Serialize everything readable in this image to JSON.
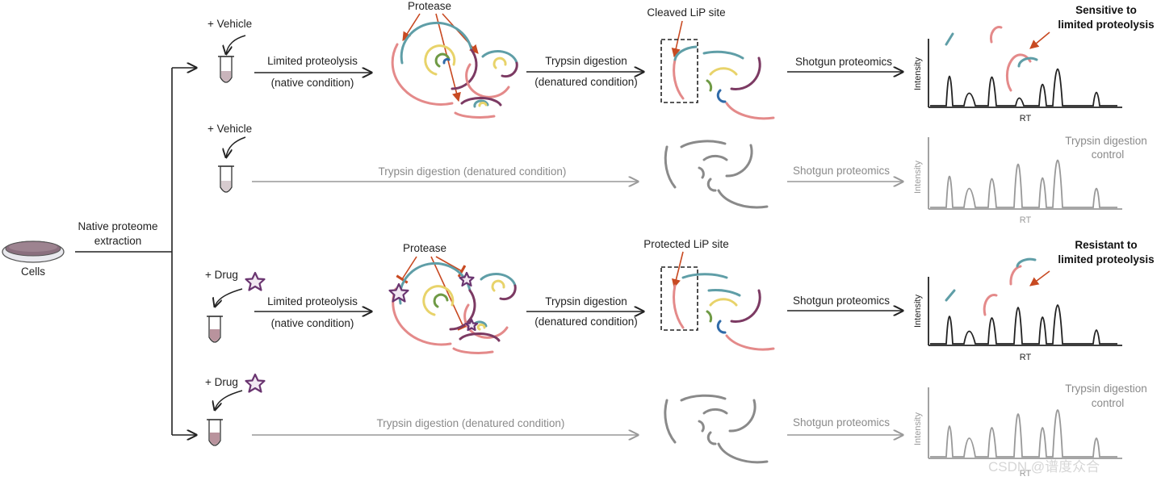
{
  "source": {
    "label": "Cells",
    "extraction_label_line1": "Native proteome",
    "extraction_label_line2": "extraction"
  },
  "treatments": {
    "vehicle": "+ Vehicle",
    "drug": "+ Drug"
  },
  "steps": {
    "limited_proteolysis": "Limited proteolysis",
    "native_condition": "(native condition)",
    "trypsin_digestion": "Trypsin digestion",
    "denatured_condition": "(denatured condition)",
    "trypsin_digestion_denatured": "Trypsin digestion (denatured condition)",
    "shotgun_proteomics": "Shotgun proteomics",
    "protease": "Protease"
  },
  "sites": {
    "cleaved": "Cleaved LiP site",
    "protected": "Protected LiP site"
  },
  "results": {
    "sensitive_line1": "Sensitive to",
    "sensitive_line2": "limited proteolysis",
    "resistant_line1": "Resistant to",
    "resistant_line2": "limited proteolysis",
    "control_line1": "Trypsin digestion",
    "control_line2": "control"
  },
  "axes": {
    "y": "Intensity",
    "x": "RT"
  },
  "watermark": "CSDN @谱度众合",
  "colors": {
    "pink": "#e48a8a",
    "teal": "#5f9ea7",
    "yellow": "#e8d36a",
    "green": "#6f9a45",
    "purple": "#7c3a63",
    "blue": "#2f6aa8",
    "orange_arrow": "#c84a22",
    "grey": "#8a8a8a",
    "drug_star": "#6a3570",
    "tube_fill": "#b9939d"
  }
}
